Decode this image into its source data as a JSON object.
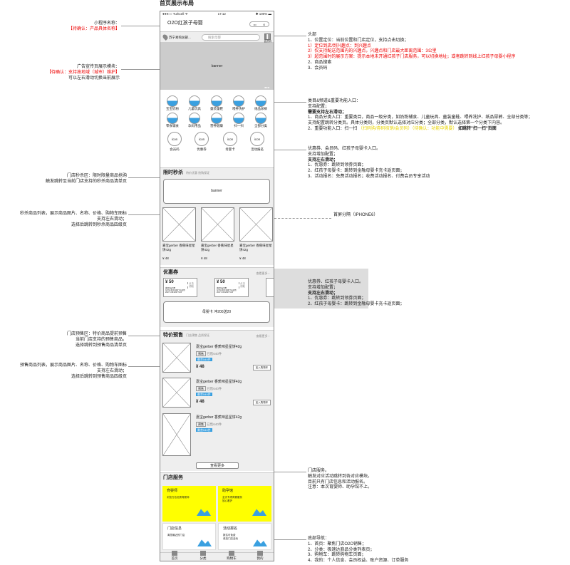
{
  "page_title": "首页展示布局",
  "phone": {
    "status": {
      "carrier": "●●●○○ Turkcell ᯤ",
      "time": "17:12",
      "battery": "✱ 100% ▬"
    },
    "header_title": "O2O红孩子母婴",
    "capsule": [
      "•••",
      "⊙"
    ],
    "location": "苏宁易购总部...",
    "search_placeholder": "搜索母婴",
    "qr_label": "会员码",
    "banner": "banner",
    "categories": [
      "宝宝奶粉",
      "儿童玩具",
      "童装童鞋",
      "喂养洗护",
      "纸品尿裤",
      "零食辅食",
      "孕妈用品",
      "营养健康",
      "扫一扫",
      "全部分类"
    ],
    "icon_items": [
      {
        "icon": "icon",
        "label": "会员码"
      },
      {
        "icon": "icon",
        "label": "优惠券"
      },
      {
        "icon": "icon",
        "label": "母婴卡"
      },
      {
        "icon": "icon",
        "label": "活动报名"
      }
    ],
    "flash": {
      "title": "限时秒杀",
      "sub": "特价优惠 抢购保证",
      "banner": "banner",
      "item_name": "嘉宝gerber 香蕉味星星饼42g",
      "price": "¥ 48"
    },
    "coupon_sec": {
      "title": "优惠券",
      "more": "查看更多 ›",
      "amount": "¥ 50",
      "desc": "满600元可用",
      "desc2": "仅可在指定母婴门店使用",
      "date": "2017.1.06-2017.5.23",
      "btn": "点击领取",
      "card": "母婴卡 冲200送20"
    },
    "presale": {
      "title": "特价预售",
      "sub": "门店预售 品质保证",
      "more": "查看更多 ›",
      "item_name": "嘉宝gerber 香蕉味星星饼42g",
      "tag": "预售",
      "sold": "已售640件",
      "blue": "剩余540件",
      "price": "¥ 48",
      "cart": "加入购物车",
      "load_more": "查看更多"
    },
    "store": {
      "title": "门店服务",
      "cards": [
        {
          "name": "育婴师",
          "d1": "浏览万名优秀育婴师",
          "d2": ""
        },
        {
          "name": "助孕馆",
          "d1": "全天专项育婴服务",
          "d2": "放心看护"
        },
        {
          "name": "门店信息",
          "d1": "离您最近的门店",
          "d2": ""
        },
        {
          "name": "活动报名",
          "d1": "报名可免费",
          "d2": "参加门店活动"
        }
      ]
    },
    "tabs": [
      "首页",
      "分类",
      "购物车",
      "我的"
    ]
  },
  "annotations": {
    "mininame": [
      "小程序名称：",
      "【待确认：产品具体名称】"
    ],
    "banner_ann": [
      "广告宣传页展示模块：",
      "【待确认：支持按地域（城市）维护】",
      "可以左右滑动切换当前展示"
    ],
    "header": [
      "头部",
      "1、位置定位：当前位置和门店定位，支持点击切换；",
      "1）定位到店/到兴趣点：到兴趣点",
      "2）仅支持配送范围内的兴趣点，兴趣点和门店最大距离范围：3公里",
      "3）超范围时的展示方案：提示本地未开通红孩子门店服务，可以切换地址；或者跳转到线上红孩子母婴小程序",
      "2、商品搜索",
      "3、会员码"
    ],
    "cats": [
      "类目&频道&重要功能入口：",
      "支持配置；",
      "需要支持左右滑动；",
      "1、商品分类入口：重要类目，商品一级分类，如奶粉辅食、儿童玩具、童装童鞋、喂养洗护、纸品尿裤、全部分类等；",
      "支持配置跳转分类页。具体分类则，分类页默认选择对应分类；全部分类，默认选择第一个分类下内容。",
      "2、重要功能入口：扫一扫",
      "（扫码购/券码核销/会员码）",
      "（待确认：功能中需要）",
      "如跳转\"扫一扫\"页面"
    ],
    "icons": [
      "优惠券、会员码、红孩子母婴卡入口。",
      "支持增加配置；",
      "支持左右滑动；",
      "1、优惠券：跳转到领券页面；",
      "2、红孩子母婴卡：跳转到金融母婴卡充卡返页面；",
      "3、活动报名：免费活动报名；收费活动报名、付费会员专享活动"
    ],
    "flash": [
      "门店秒杀区：限时限量商品抢购",
      "触发跳转至当前门店支持的秒杀商品清单页"
    ],
    "flash_list": [
      "秒杀商品列表，展示商品图片、名称、价格、购物车图标",
      "支持左右滑动；",
      "选择后跳转到秒杀商品四级页"
    ],
    "screen": "首屏分隔（IPHONE6）",
    "coupon": [
      "优惠券、红孩子母婴卡入口。",
      "支持增加配置；",
      "支持左右滑动；",
      "1、优惠券：跳转到领券页面；",
      "2、红孩子母婴卡：跳转到金融母婴卡充卡返页面；"
    ],
    "presale": [
      "门店预售区：特价商品提前预售",
      "当前门店支持的预售商品。",
      "选择跳转到预售商品清单页"
    ],
    "presale_list": [
      "预售商品列表，展示商品图片、名称、价格、购物车图标",
      "支持左右滑动；",
      "选择后跳转到预售商品四级页"
    ],
    "store": [
      "门店服务。",
      "触发对应活动跳转到各对应模块。",
      "目前只有门店信息和活动报名。",
      "注意：本次育婴师、助孕馆不上。"
    ],
    "tabbar": [
      "底部导航：",
      "1、首页：聚焦门店O2O销售；",
      "2、分类：极速达商品分类列表页；",
      "3、购物车：跳转购物车页面；",
      "4、我的：个人信息、会员权益、账户资源、订单服务"
    ]
  }
}
